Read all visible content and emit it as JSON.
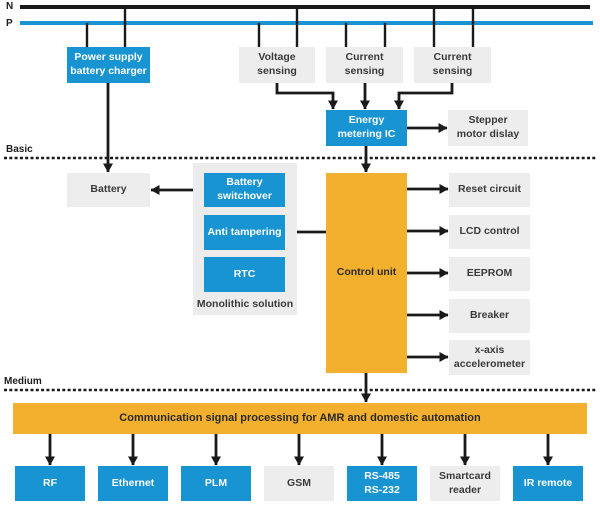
{
  "colors": {
    "blue": "#1794D1",
    "orange": "#F3B02F",
    "node_gray": "#EDEDED",
    "panel_gray": "#ECECEC",
    "ink": "#1A1A1A"
  },
  "mains": {
    "n": "N",
    "p": "P"
  },
  "tiers": {
    "basic": "Basic",
    "medium": "Medium"
  },
  "nodes": {
    "power_supply": "Power supply\nbattery charger",
    "voltage_sensing": "Voltage\nsensing",
    "current_sensing_a": "Current\nsensing",
    "current_sensing_b": "Current\nsensing",
    "energy_metering": "Energy\nmetering IC",
    "stepper_motor": "Stepper\nmotor dislay",
    "battery": "Battery",
    "battery_switchover": "Battery\nswitchover",
    "anti_tampering": "Anti tampering",
    "rtc": "RTC",
    "monolithic_caption": "Monolithic solution",
    "control_unit": "Control unit",
    "reset_circuit": "Reset circuit",
    "lcd_control": "LCD control",
    "eeprom": "EEPROM",
    "breaker": "Breaker",
    "accelerometer": "x-axis\naccelerometer"
  },
  "comm": {
    "bar": "Communication signal processing for AMR and domestic automation",
    "interfaces": [
      {
        "label": "RF",
        "type": "blue"
      },
      {
        "label": "Ethernet",
        "type": "blue"
      },
      {
        "label": "PLM",
        "type": "blue"
      },
      {
        "label": "GSM",
        "type": "gray"
      },
      {
        "label": "RS-485\nRS-232",
        "type": "blue"
      },
      {
        "label": "Smartcard\nreader",
        "type": "gray"
      },
      {
        "label": "IR remote",
        "type": "blue"
      }
    ]
  }
}
